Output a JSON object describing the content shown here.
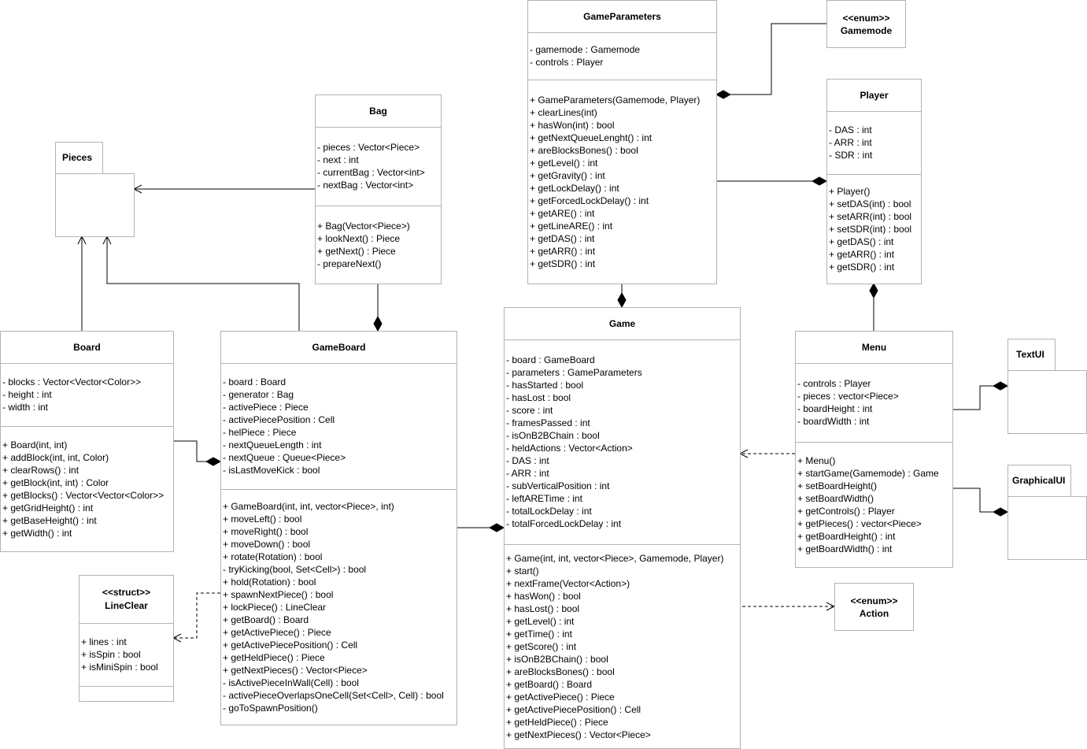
{
  "classes": {
    "gameparameters": {
      "name": "GameParameters",
      "attributes": [
        "- gamemode : Gamemode",
        "- controls : Player"
      ],
      "methods": [
        "+ GameParameters(Gamemode, Player)",
        "+ clearLines(int)",
        "+ hasWon(int) : bool",
        "+ getNextQueueLenght() : int",
        "+ areBlocksBones() : bool",
        "+ getLevel() : int",
        "+ getGravity() : int",
        "+ getLockDelay() : int",
        "+ getForcedLockDelay() : int",
        "+ getARE() : int",
        "+ getLineARE() : int",
        "+ getDAS() : int",
        "+ getARR() : int",
        "+ getSDR() : int"
      ]
    },
    "player": {
      "name": "Player",
      "attributes": [
        "- DAS : int",
        "- ARR : int",
        "- SDR : int"
      ],
      "methods": [
        "+ Player()",
        "+ setDAS(int) : bool",
        "+ setARR(int) : bool",
        "+ setSDR(int) : bool",
        "+ getDAS() : int",
        "+ getARR() : int",
        "+ getSDR() : int"
      ]
    },
    "bag": {
      "name": "Bag",
      "attributes": [
        "- pieces : Vector<Piece>",
        "- next : int",
        "- currentBag : Vector<int>",
        "- nextBag : Vector<int>"
      ],
      "methods": [
        "+ Bag(Vector<Piece>)",
        "+ lookNext() : Piece",
        "+ getNext() : Piece",
        "- prepareNext()"
      ]
    },
    "board": {
      "name": "Board",
      "attributes": [
        "- blocks : Vector<Vector<Color>>",
        "- height : int",
        "- width : int"
      ],
      "methods": [
        "+ Board(int, int)",
        "+ addBlock(int, int, Color)",
        "+ clearRows() : int",
        "+ getBlock(int, int) : Color",
        "+ getBlocks() : Vector<Vector<Color>>",
        "+ getGridHeight() : int",
        "+ getBaseHeight() : int",
        "+ getWidth() : int"
      ]
    },
    "gameboard": {
      "name": "GameBoard",
      "attributes": [
        "- board : Board",
        "- generator : Bag",
        "- activePiece : Piece",
        "- activePiecePosition : Cell",
        "- helPiece : Piece",
        "- nextQueueLength : int",
        "- nextQueue : Queue<Piece>",
        "- isLastMoveKick : bool"
      ],
      "methods": [
        "+ GameBoard(int, int, vector<Piece>, int)",
        "+ moveLeft() : bool",
        "+ moveRight() : bool",
        "+ moveDown() : bool",
        "+ rotate(Rotation) : bool",
        "- tryKicking(bool, Set<Cell>) : bool",
        "+ hold(Rotation) : bool",
        "+ spawnNextPiece() : bool",
        "+ lockPiece() : LineClear",
        "+ getBoard() : Board",
        "+ getActivePiece() : Piece",
        "+ getActivePiecePosition() : Cell",
        "+ getHeldPiece() : Piece",
        "+ getNextPieces() : Vector<Piece>",
        "- isActivePieceInWall(Cell) : bool",
        "- activePieceOverlapsOneCell(Set<Cell>, Cell) : bool",
        "- goToSpawnPosition()"
      ]
    },
    "game": {
      "name": "Game",
      "attributes": [
        "- board : GameBoard",
        "- parameters : GameParameters",
        "- hasStarted : bool",
        "- hasLost : bool",
        "- score : int",
        "- framesPassed : int",
        "- isOnB2BChain : bool",
        "- heldActions : Vector<Action>",
        "- DAS : int",
        "- ARR : int",
        "- subVerticalPosition : int",
        "- leftARETime : int",
        "- totalLockDelay : int",
        "- totalForcedLockDelay : int"
      ],
      "methods": [
        "+ Game(int, int, vector<Piece>, Gamemode, Player)",
        "+ start()",
        "+ nextFrame(Vector<Action>)",
        "+ hasWon() : bool",
        "+ hasLost() : bool",
        "+ getLevel() : int",
        "+ getTime() : int",
        "+ getScore() : int",
        "+ isOnB2BChain() : bool",
        "+ areBlocksBones() : bool",
        "+ getBoard() : Board",
        "+ getActivePiece() : Piece",
        "+ getActivePiecePosition() : Cell",
        "+ getHeldPiece() : Piece",
        "+ getNextPieces() : Vector<Piece>"
      ]
    },
    "menu": {
      "name": "Menu",
      "attributes": [
        "- controls : Player",
        "- pieces : vector<Piece>",
        "- boardHeight : int",
        "- boardWidth : int"
      ],
      "methods": [
        "+ Menu()",
        "+ startGame(Gamemode) : Game",
        "+ setBoardHeight()",
        "+ setBoardWidth()",
        "+ getControls() : Player",
        "+ getPieces() : vector<Piece>",
        "+ getBoardHeight() : int",
        "+ getBoardWidth() : int"
      ]
    },
    "lineclear": {
      "stereotype": "<<struct>>",
      "name": "LineClear",
      "attributes": [
        "+ lines : int",
        "+ isSpin : bool",
        "+ isMiniSpin : bool"
      ],
      "methods": []
    }
  },
  "packages": {
    "pieces": "Pieces",
    "textui": "TextUI",
    "graphicalui": "GraphicalUI"
  },
  "enums": {
    "gamemode": {
      "stereotype": "<<enum>>",
      "name": "Gamemode"
    },
    "action": {
      "stereotype": "<<enum>>",
      "name": "Action"
    }
  },
  "colors": {
    "border": "#b3b3b3",
    "line": "#000000",
    "background": "#ffffff"
  }
}
